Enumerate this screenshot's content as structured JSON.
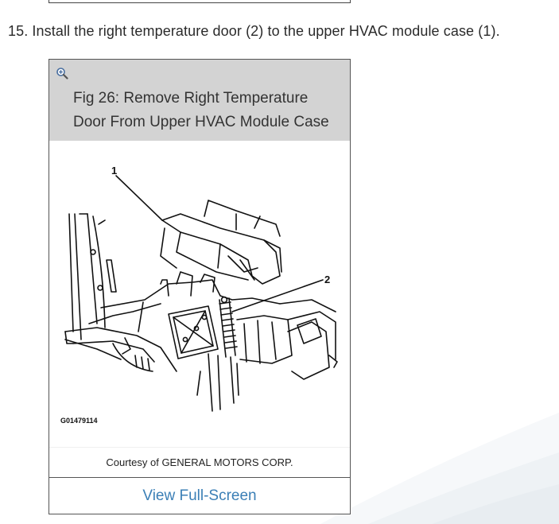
{
  "step": {
    "text": "15. Install the right temperature door (2) to the upper HVAC module case (1)."
  },
  "figure": {
    "title": "Fig 26: Remove Right Temperature Door From Upper HVAC Module Case",
    "image_code": "G01479114",
    "callouts": [
      "1",
      "2"
    ],
    "caption": "Courtesy of GENERAL MOTORS CORP.",
    "fullscreen_label": "View Full-Screen",
    "zoom_icon": "zoom-in-icon"
  },
  "colors": {
    "header_bg": "#d3d3d3",
    "link": "#3b7fb6",
    "border": "#555555"
  }
}
